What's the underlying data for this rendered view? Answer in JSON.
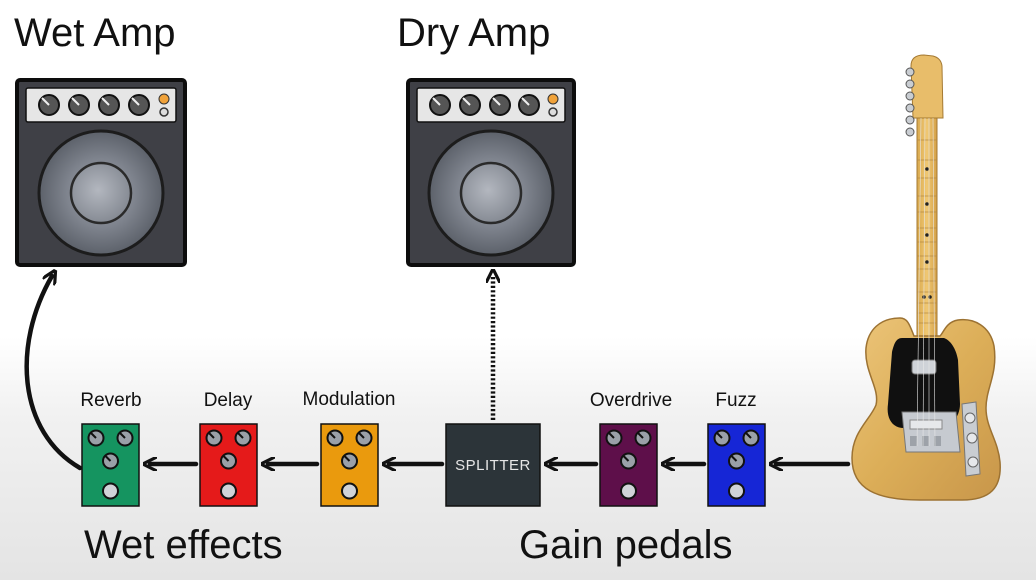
{
  "amps": {
    "wet": {
      "title": "Wet Amp"
    },
    "dry": {
      "title": "Dry Amp"
    }
  },
  "pedals": {
    "reverb": {
      "label": "Reverb",
      "color": "#159460"
    },
    "delay": {
      "label": "Delay",
      "color": "#e51a1a"
    },
    "modulation": {
      "label": "Modulation",
      "color": "#ea9a0d"
    },
    "overdrive": {
      "label": "Overdrive",
      "color": "#5e0f4a"
    },
    "fuzz": {
      "label": "Fuzz",
      "color": "#1626d6"
    }
  },
  "splitter": {
    "label": "SPLITTER",
    "color": "#2c3439"
  },
  "groups": {
    "wet_effects": "Wet effects",
    "gain_pedals": "Gain pedals"
  },
  "guitar": {
    "icon": "electric-guitar-icon",
    "body_color": "#e0b35d"
  },
  "colors": {
    "amp_body": "#3f4046",
    "arrow": "#111111"
  }
}
